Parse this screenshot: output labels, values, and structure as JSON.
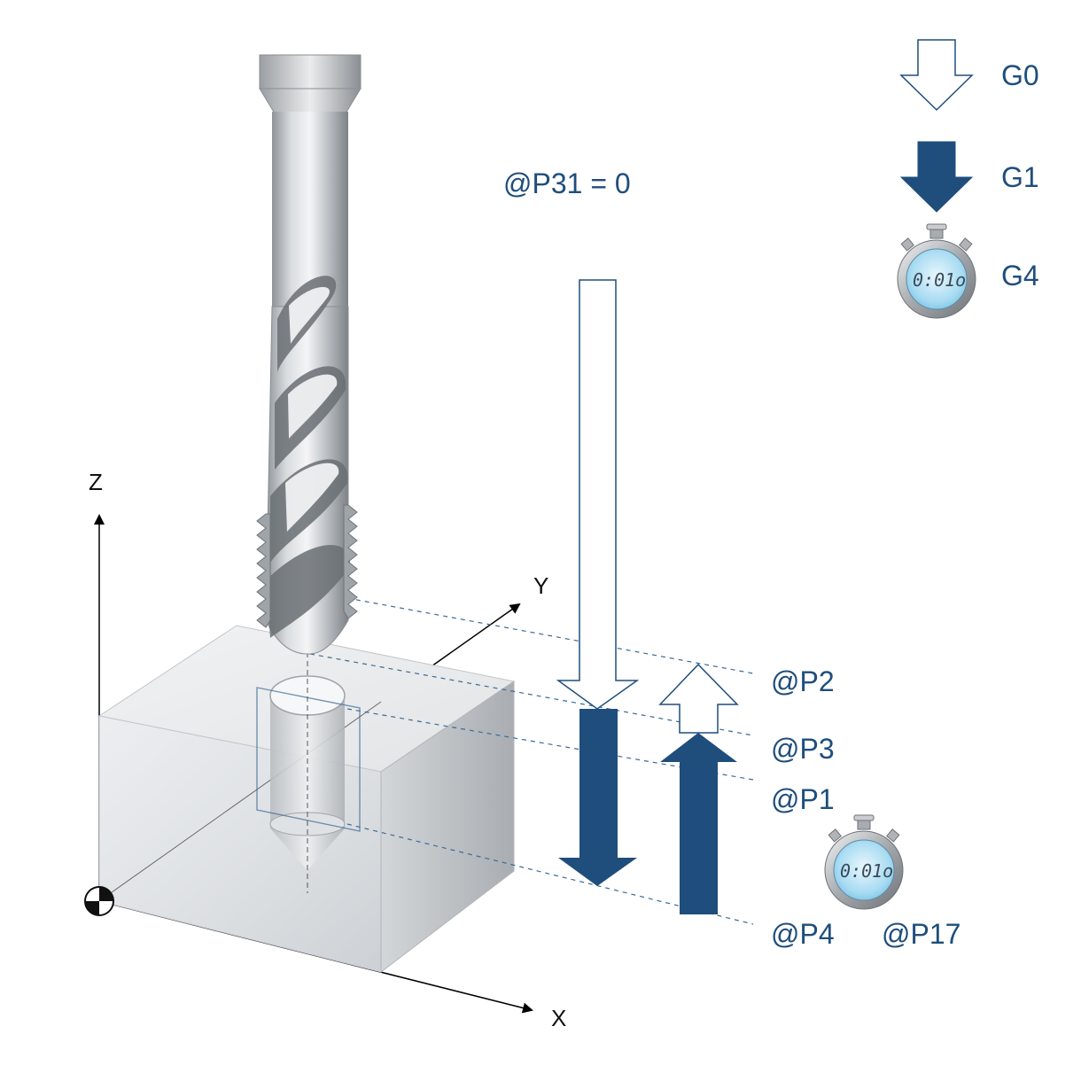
{
  "legend": {
    "rapid": "G0",
    "feed": "G1",
    "dwell": "G4"
  },
  "parameter_note": "@P31 = 0",
  "levels": {
    "p2": "@P2",
    "p3": "@P3",
    "p1": "@P1",
    "p4": "@P4",
    "p17": "@P17"
  },
  "axes": {
    "x": "X",
    "y": "Y",
    "z": "Z"
  },
  "stopwatch_display": "0:01o",
  "colors": {
    "accent": "#1f4e7c",
    "arrow_outline": "#1f4e7c",
    "guide_line": "#3d6a96"
  }
}
